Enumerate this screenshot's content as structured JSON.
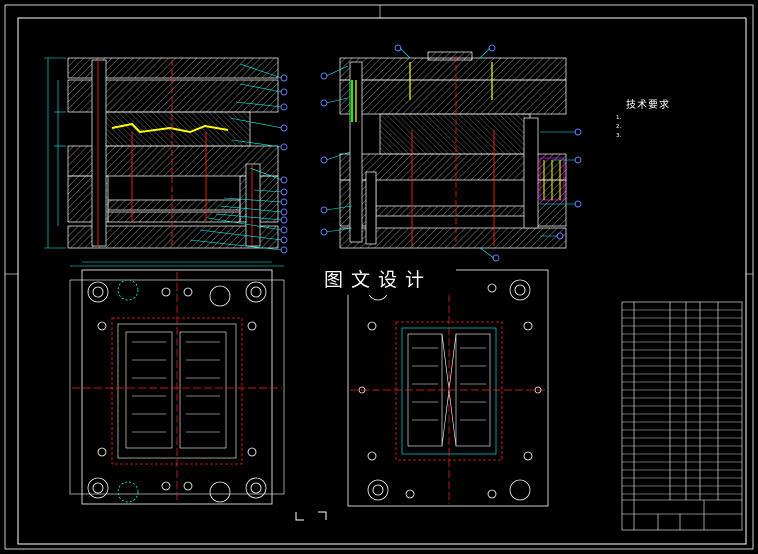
{
  "drawing": {
    "tech_requirements": {
      "title": "技术要求",
      "lines": [
        "1.",
        "",
        "",
        "2.",
        "",
        "3.",
        "",
        ""
      ]
    },
    "watermark": "图文设计",
    "colors": {
      "background": "#000000",
      "frame": "#ffffff",
      "cyan": "#00ffff",
      "red": "#ff2020",
      "yellow": "#ffff00",
      "magenta": "#ff00ff",
      "green": "#00ff00",
      "blue": "#4a6cff",
      "hatch": "#cfcfcf"
    }
  }
}
